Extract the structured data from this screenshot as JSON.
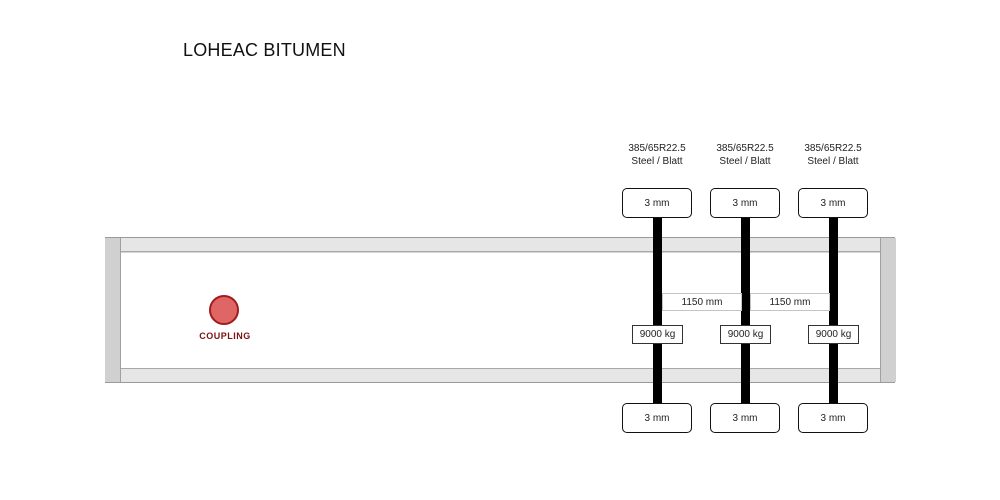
{
  "title": "LOHEAC BITUMEN",
  "coupling": {
    "label": "COUPLING",
    "color": "#e06666"
  },
  "axles": [
    {
      "tire_size": "385/65R22.5",
      "tire_type": "Steel / Blatt",
      "tread_top": "3 mm",
      "tread_bottom": "3 mm",
      "load": "9000 kg"
    },
    {
      "tire_size": "385/65R22.5",
      "tire_type": "Steel / Blatt",
      "tread_top": "3 mm",
      "tread_bottom": "3 mm",
      "load": "9000 kg"
    },
    {
      "tire_size": "385/65R22.5",
      "tire_type": "Steel / Blatt",
      "tread_top": "3 mm",
      "tread_bottom": "3 mm",
      "load": "9000 kg"
    }
  ],
  "spacings": [
    "1150 mm",
    "1150 mm"
  ]
}
